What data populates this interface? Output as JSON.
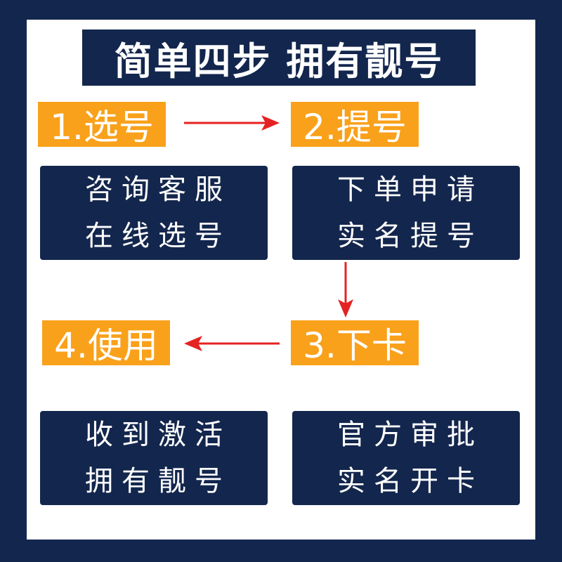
{
  "title": "简单四步 拥有靓号",
  "steps": [
    {
      "label": "1.选号",
      "lines": [
        "咨询客服",
        "在线选号"
      ]
    },
    {
      "label": "2.提号",
      "lines": [
        "下单申请",
        "实名提号"
      ]
    },
    {
      "label": "3.下卡",
      "lines": [
        "官方审批",
        "实名开卡"
      ]
    },
    {
      "label": "4.使用",
      "lines": [
        "收到激活",
        "拥有靓号"
      ]
    }
  ],
  "colors": {
    "navy": "#13264d",
    "orange": "#f9a11b",
    "arrow": "#e52222",
    "text": "#ffffff"
  }
}
